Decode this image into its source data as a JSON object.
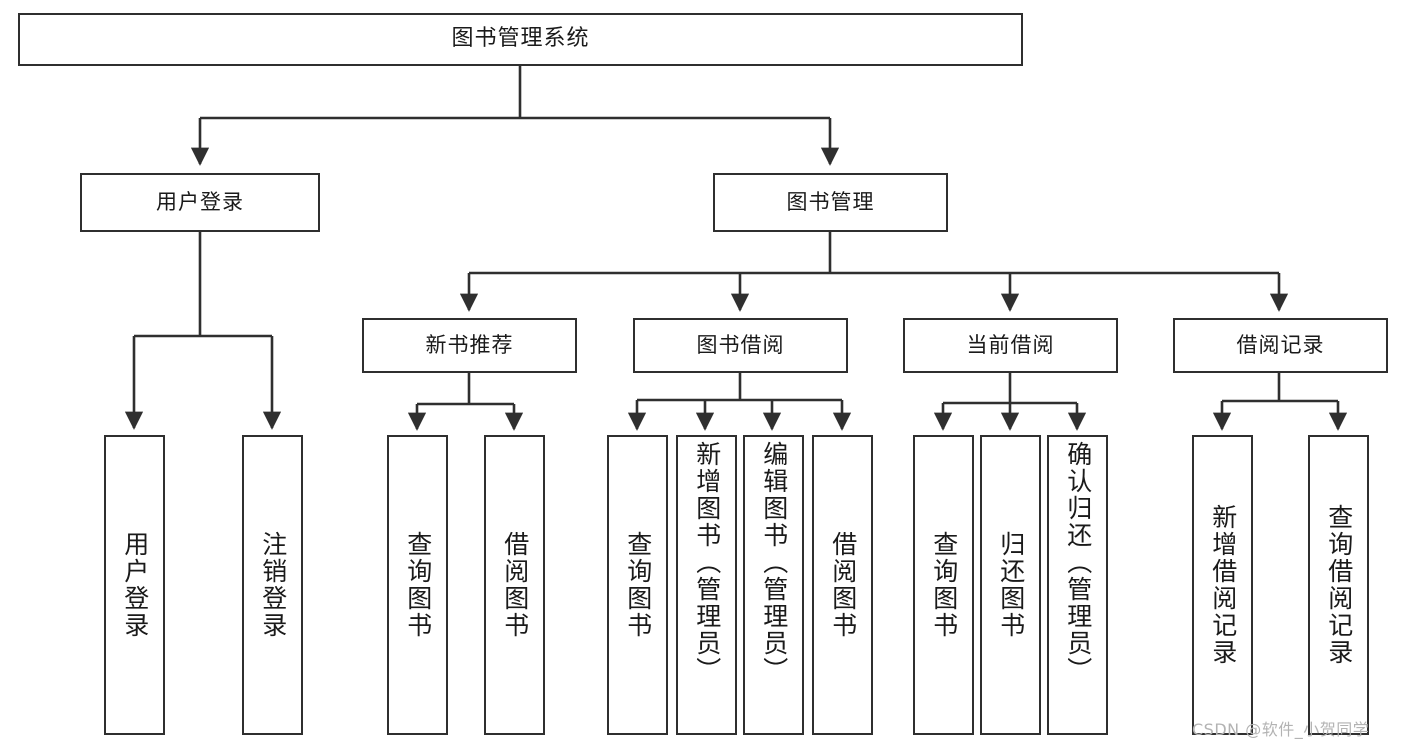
{
  "diagram": {
    "type": "tree-hierarchy-diagram",
    "title": "图书管理系统",
    "orientation": "top-down",
    "colors": {
      "box_border": "#2f2f2f",
      "box_fill": "#ffffff",
      "connector": "#2f2f2f",
      "text": "#1a1a1a",
      "watermark": "#b3b3b3",
      "background": "#ffffff"
    }
  },
  "nodes": {
    "root": {
      "label": "图书管理系统",
      "level": 0
    },
    "level1": [
      {
        "id": "user-login",
        "label": "用户登录"
      },
      {
        "id": "book-manage",
        "label": "图书管理"
      }
    ],
    "level2": [
      {
        "id": "new-book-recommend",
        "label": "新书推荐",
        "parent": "book-manage"
      },
      {
        "id": "book-borrow",
        "label": "图书借阅",
        "parent": "book-manage"
      },
      {
        "id": "current-borrow",
        "label": "当前借阅",
        "parent": "book-manage"
      },
      {
        "id": "borrow-record",
        "label": "借阅记录",
        "parent": "book-manage"
      }
    ],
    "leaves": [
      {
        "id": "leaf-user-login",
        "label": "用户登录",
        "parent": "user-login"
      },
      {
        "id": "leaf-logout",
        "label": "注销登录",
        "parent": "user-login"
      },
      {
        "id": "leaf-query-book-1",
        "label": "查询图书",
        "parent": "new-book-recommend"
      },
      {
        "id": "leaf-borrow-book-1",
        "label": "借阅图书",
        "parent": "new-book-recommend"
      },
      {
        "id": "leaf-query-book-2",
        "label": "查询图书",
        "parent": "book-borrow"
      },
      {
        "id": "leaf-add-book",
        "label": "新增图书（管理员）",
        "parent": "book-borrow"
      },
      {
        "id": "leaf-edit-book",
        "label": "编辑图书（管理员）",
        "parent": "book-borrow"
      },
      {
        "id": "leaf-borrow-book-2",
        "label": "借阅图书",
        "parent": "book-borrow"
      },
      {
        "id": "leaf-query-book-3",
        "label": "查询图书",
        "parent": "current-borrow"
      },
      {
        "id": "leaf-return-book",
        "label": "归还图书",
        "parent": "current-borrow"
      },
      {
        "id": "leaf-confirm-return",
        "label": "确认归还（管理员）",
        "parent": "current-borrow"
      },
      {
        "id": "leaf-add-record",
        "label": "新增借阅记录",
        "parent": "borrow-record"
      },
      {
        "id": "leaf-query-record",
        "label": "查询借阅记录",
        "parent": "borrow-record"
      }
    ]
  },
  "watermark": {
    "text": "CSDN @软件_小贺同学"
  }
}
